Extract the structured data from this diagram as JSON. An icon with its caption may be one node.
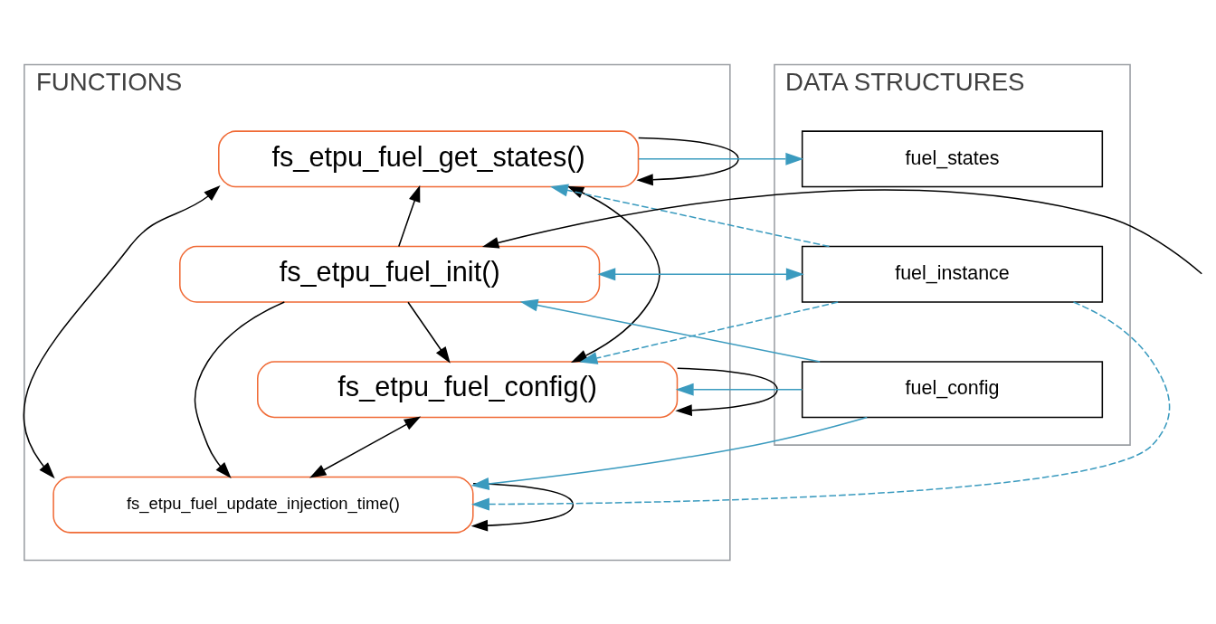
{
  "diagram": {
    "nodes": [
      {
        "text": [
          "FUNCTIONS"
        ]
      },
      {
        "text": [
          "fs_etpu_fuel_get_states()"
        ],
        "in": 0
      },
      {
        "text": [
          "fs_etpu_fuel_init()"
        ],
        "in": 0
      },
      {
        "text": [
          "fs_etpu_fuel_config()"
        ],
        "in": 0
      },
      {
        "text": [
          "fs_etpu_fuel_update_injection_time()"
        ],
        "in": 0
      },
      {
        "text": [
          "DATA STRUCTURES"
        ]
      },
      {
        "text": [
          "fuel_states"
        ],
        "in": 5
      },
      {
        "text": [
          "fuel_instance"
        ],
        "in": 5
      },
      {
        "text": [
          "fuel_config"
        ],
        "in": 5
      }
    ],
    "edges": [
      {
        "from": null,
        "to": 2,
        "arrow": "to"
      },
      {
        "from": 1,
        "to": 1,
        "arrow": "to"
      },
      {
        "from": 2,
        "to": 1,
        "arrow": "to"
      },
      {
        "from": 2,
        "to": 3,
        "arrow": "to"
      },
      {
        "from": 2,
        "to": 4,
        "arrow": "to"
      },
      {
        "from": 3,
        "to": 3,
        "arrow": "to"
      },
      {
        "from": 4,
        "to": 4,
        "arrow": "to"
      },
      {
        "from": 1,
        "to": 3,
        "arrow": "both"
      },
      {
        "from": 1,
        "to": 4,
        "arrow": "both"
      },
      {
        "from": 3,
        "to": 4,
        "arrow": "both"
      },
      {
        "from": 1,
        "to": 6,
        "arrow": "to",
        "color": "#3b9bbf"
      },
      {
        "from": 7,
        "to": 1,
        "arrow": "to",
        "style": "dashed",
        "color": "#3b9bbf"
      },
      {
        "from": 7,
        "to": 2,
        "arrow": "both",
        "color": "#3b9bbf"
      },
      {
        "from": 8,
        "to": 2,
        "arrow": "to",
        "color": "#3b9bbf"
      },
      {
        "from": 7,
        "to": 3,
        "arrow": "to",
        "style": "dashed",
        "color": "#3b9bbf"
      },
      {
        "from": 8,
        "to": 3,
        "arrow": "to",
        "color": "#3b9bbf"
      },
      {
        "from": 7,
        "to": 4,
        "arrow": "to",
        "style": "dashed",
        "color": "#3b9bbf"
      },
      {
        "from": 8,
        "to": 4,
        "arrow": "to",
        "color": "#3b9bbf"
      }
    ]
  }
}
